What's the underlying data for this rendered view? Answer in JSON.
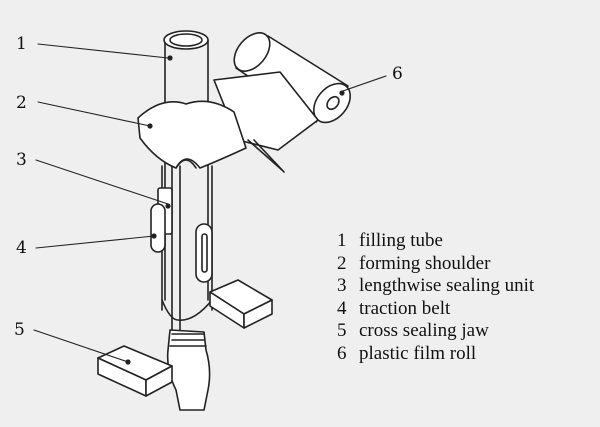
{
  "callouts": [
    "1",
    "2",
    "3",
    "4",
    "5",
    "6"
  ],
  "legend": [
    {
      "num": "1",
      "label": "filling tube"
    },
    {
      "num": "2",
      "label": "forming shoulder"
    },
    {
      "num": "3",
      "label": "lengthwise sealing unit"
    },
    {
      "num": "4",
      "label": "traction belt"
    },
    {
      "num": "5",
      "label": "cross sealing jaw"
    },
    {
      "num": "6",
      "label": "plastic film roll"
    }
  ],
  "colors": {
    "background": "#efefef",
    "stroke": "#222222",
    "fill": "#ffffff"
  }
}
